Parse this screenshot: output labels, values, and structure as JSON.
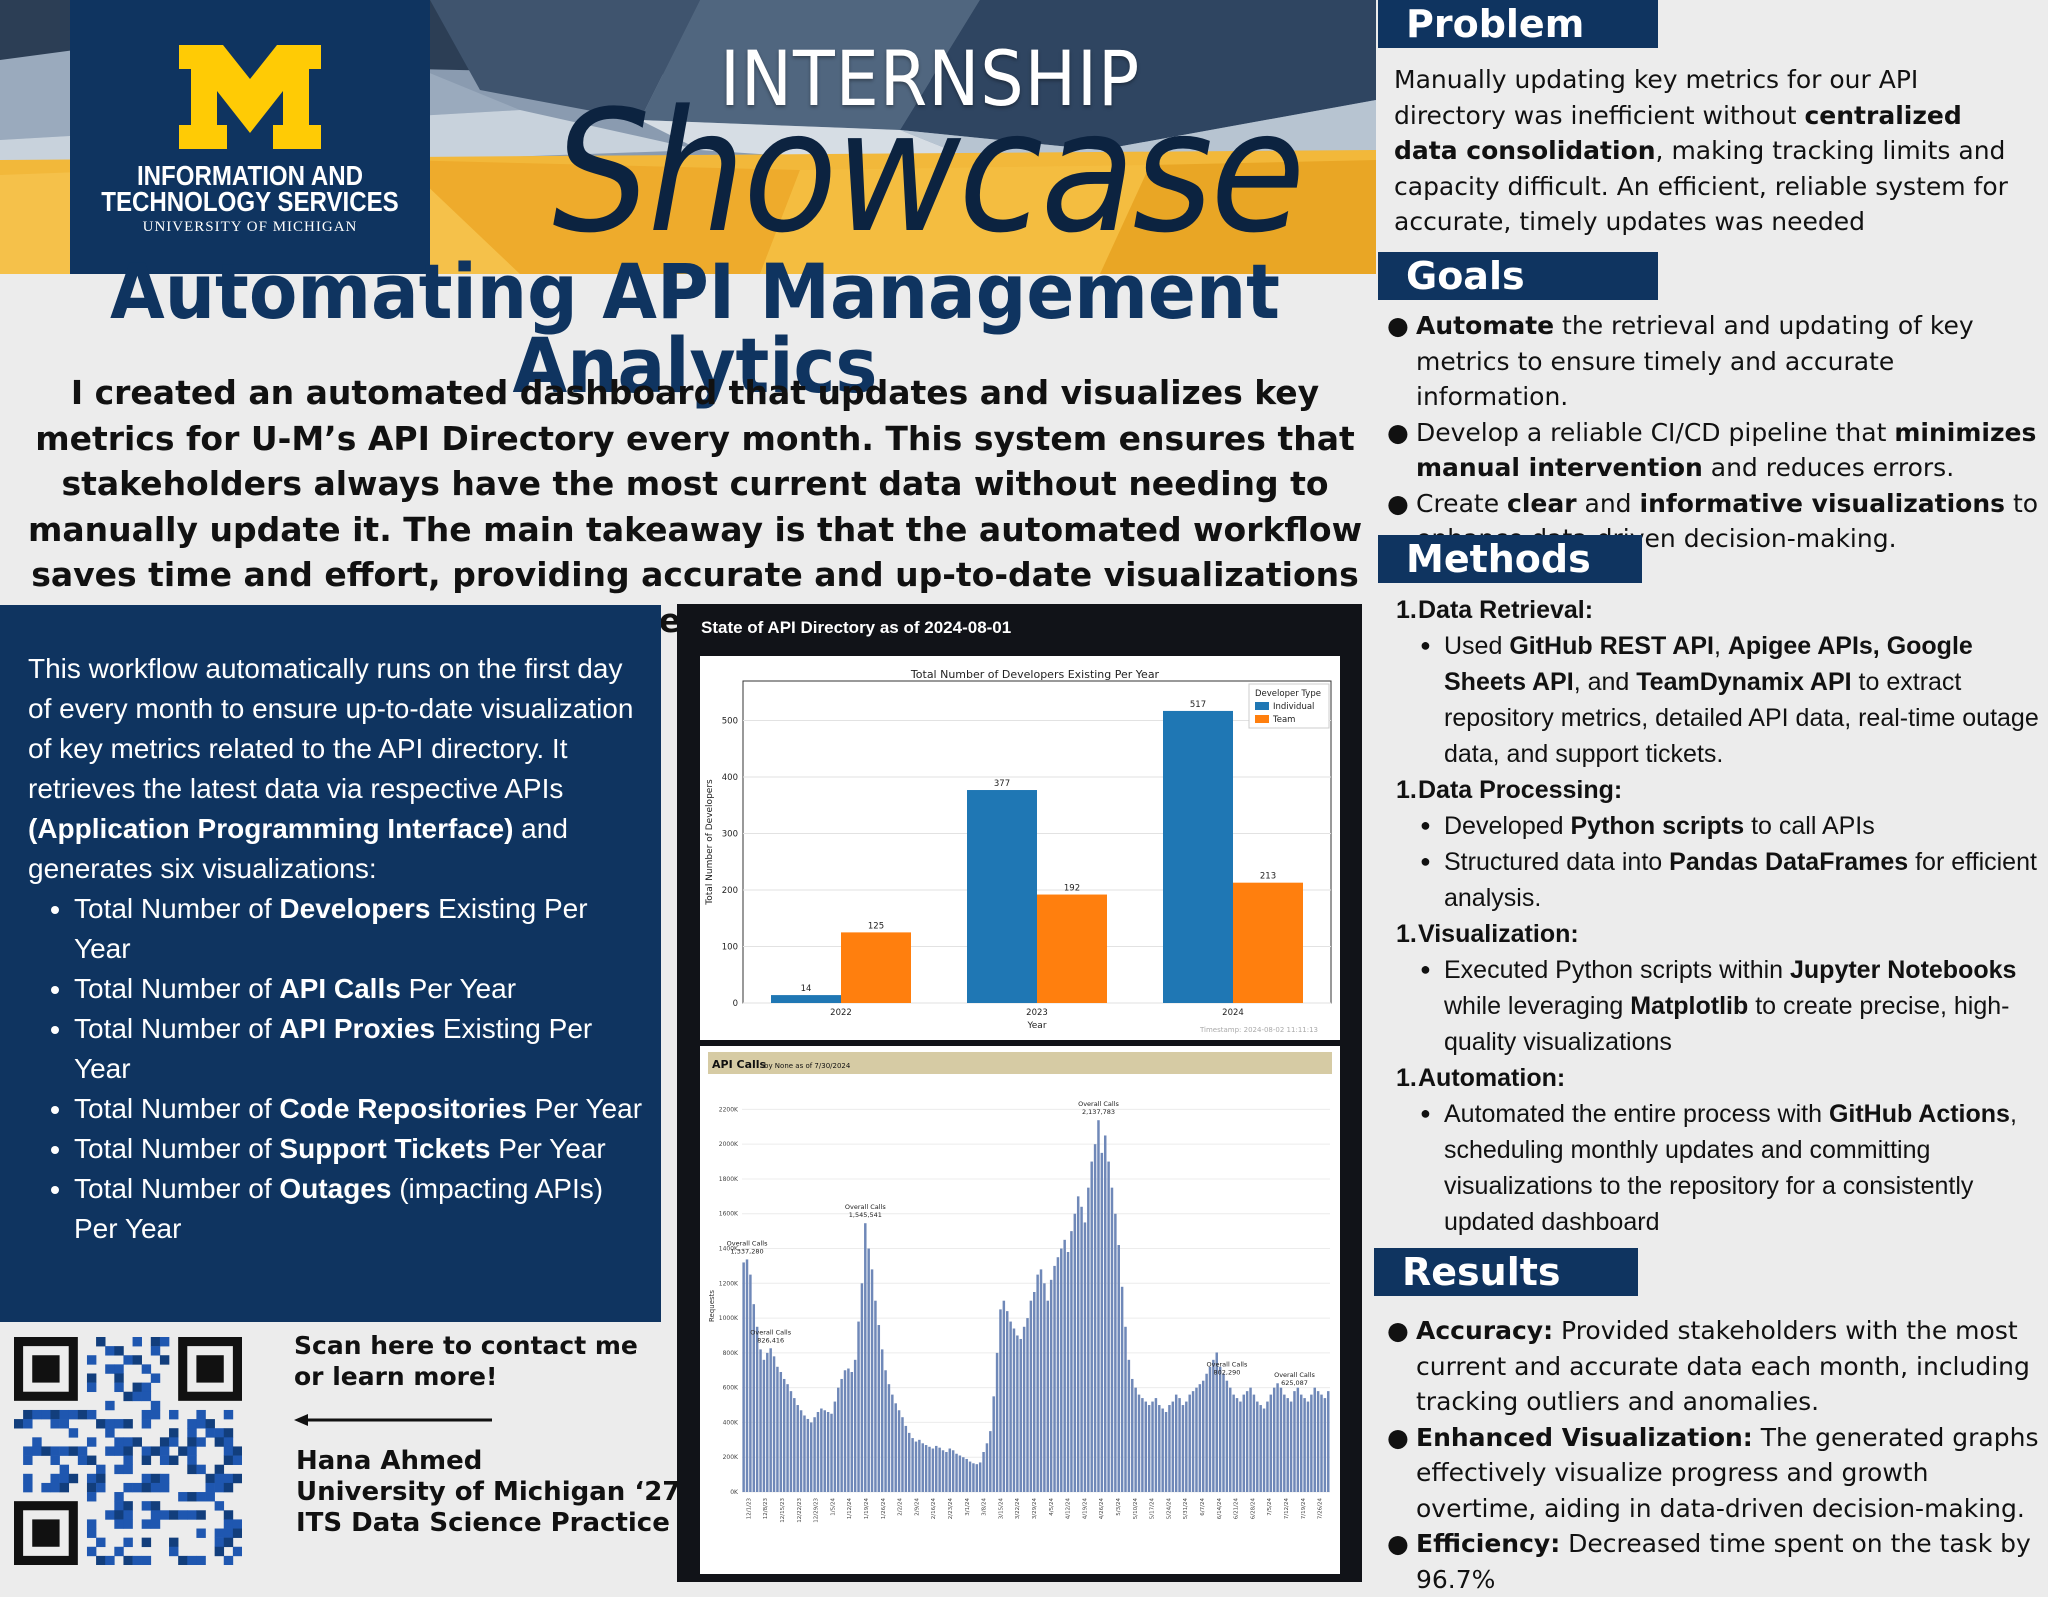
{
  "banner": {
    "logo_line1": "INFORMATION AND",
    "logo_line2": "TECHNOLOGY SERVICES",
    "logo_line3": "UNIVERSITY OF MICHIGAN",
    "title_top": "INTERNSHIP",
    "title_script": "Showcase"
  },
  "poster": {
    "title_line1": "Automating API Management",
    "title_line2": "Analytics",
    "summary": "I created an automated dashboard that updates and visualizes key metrics for U-M’s API Directory every month. This system ensures that stakeholders always have the most current data without needing to manually update it. The main takeaway is that the automated workflow saves time and effort, providing accurate and up-to-date visualizations that help stakeholders make better, data-driven decisions."
  },
  "workflow": {
    "intro_a": "This workflow automatically runs on the first day of every month to ensure up-to-date visualization of key metrics related to the API directory. It retrieves the latest data via respective APIs ",
    "intro_b": "(Application Programming Interface)",
    "intro_c": " and generates six visualizations:",
    "items": [
      {
        "pre": "Total Number of ",
        "bold": "Developers",
        "post": " Existing Per Year"
      },
      {
        "pre": "Total Number of ",
        "bold": "API Calls",
        "post": " Per Year"
      },
      {
        "pre": "Total Number of ",
        "bold": "API Proxies",
        "post": " Existing Per Year"
      },
      {
        "pre": "Total Number of ",
        "bold": "Code Repositories",
        "post": " Per Year"
      },
      {
        "pre": "Total Number of ",
        "bold": "Support Tickets",
        "post": " Per Year"
      },
      {
        "pre": "Total Number of ",
        "bold": "Outages",
        "post": " (impacting APIs) Per Year"
      }
    ]
  },
  "dashboard": {
    "panel_title": "State of API Directory as of 2024-08-01"
  },
  "chart_data": [
    {
      "type": "bar",
      "title": "Total Number of Developers Existing Per Year",
      "xlabel": "Year",
      "ylabel": "Total Number of Developers",
      "categories": [
        "2022",
        "2023",
        "2024"
      ],
      "series": [
        {
          "name": "Individual",
          "values": [
            14,
            377,
            517
          ],
          "color": "#1f77b4"
        },
        {
          "name": "Team",
          "values": [
            125,
            192,
            213
          ],
          "color": "#ff7f0e"
        }
      ],
      "ylim": [
        0,
        570
      ],
      "yticks": [
        0,
        100,
        200,
        300,
        400,
        500
      ],
      "legend_title": "Developer Type",
      "legend_position": "top-right",
      "timestamp": "Timestamp: 2024-08-02 11:11:13",
      "grid": true
    },
    {
      "type": "bar",
      "title": "API Calls",
      "subtitle": "by None as of 7/30/2024",
      "ylabel": "Requests",
      "ylim": [
        0,
        2300000
      ],
      "yticks": [
        "0K",
        "200K",
        "400K",
        "600K",
        "800K",
        "1000K",
        "1200K",
        "1400K",
        "1600K",
        "1800K",
        "2000K",
        "2200K"
      ],
      "xtick_labels": [
        "12/1/23",
        "12/8/23",
        "12/15/23",
        "12/22/23",
        "12/29/23",
        "1/5/24",
        "1/12/24",
        "1/19/24",
        "1/26/24",
        "2/2/24",
        "2/9/24",
        "2/16/24",
        "2/23/24",
        "3/1/24",
        "3/8/24",
        "3/15/24",
        "3/22/24",
        "3/29/24",
        "4/5/24",
        "4/12/24",
        "4/19/24",
        "4/26/24",
        "5/3/24",
        "5/10/24",
        "5/17/24",
        "5/24/24",
        "5/31/24",
        "6/7/24",
        "6/14/24",
        "6/21/24",
        "6/28/24",
        "7/5/24",
        "7/12/24",
        "7/19/24",
        "7/26/24"
      ],
      "values": [
        1320000,
        1337280,
        1250000,
        1080000,
        950000,
        820000,
        760000,
        800000,
        826416,
        780000,
        720000,
        690000,
        650000,
        620000,
        580000,
        540000,
        500000,
        470000,
        440000,
        420000,
        400000,
        430000,
        460000,
        480000,
        470000,
        460000,
        450000,
        520000,
        600000,
        650000,
        700000,
        710000,
        690000,
        760000,
        980000,
        1200000,
        1545541,
        1400000,
        1280000,
        1100000,
        960000,
        820000,
        700000,
        620000,
        560000,
        510000,
        470000,
        430000,
        380000,
        340000,
        310000,
        290000,
        300000,
        280000,
        270000,
        260000,
        250000,
        265000,
        255000,
        240000,
        230000,
        250000,
        240000,
        220000,
        210000,
        200000,
        190000,
        175000,
        165000,
        160000,
        170000,
        230000,
        280000,
        350000,
        550000,
        800000,
        1050000,
        1100000,
        1040000,
        980000,
        940000,
        900000,
        880000,
        950000,
        1000000,
        1100000,
        1150000,
        1250000,
        1280000,
        1200000,
        1100000,
        1220000,
        1300000,
        1350000,
        1400000,
        1450000,
        1380000,
        1500000,
        1600000,
        1700000,
        1640000,
        1550000,
        1750000,
        1900000,
        2000000,
        2137783,
        1950000,
        2050000,
        1900000,
        1750000,
        1600000,
        1420000,
        1180000,
        950000,
        760000,
        650000,
        600000,
        560000,
        540000,
        520000,
        500000,
        520000,
        540000,
        500000,
        480000,
        460000,
        500000,
        520000,
        560000,
        540000,
        500000,
        520000,
        560000,
        580000,
        600000,
        620000,
        640000,
        680000,
        720000,
        760000,
        802290,
        720000,
        680000,
        640000,
        600000,
        560000,
        540000,
        520000,
        560000,
        580000,
        600000,
        560000,
        520000,
        500000,
        480000,
        520000,
        560000,
        600000,
        625087,
        600000,
        560000,
        540000,
        520000,
        580000,
        600000,
        560000,
        540000,
        520000,
        560000,
        600000,
        580000,
        560000,
        540000,
        580000
      ],
      "annotations": [
        {
          "label": "Overall Calls",
          "value": "1,337,280"
        },
        {
          "label": "Overall Calls",
          "value": "826,416"
        },
        {
          "label": "Overall Calls",
          "value": "1,545,541"
        },
        {
          "label": "Overall Calls",
          "value": "2,137,783"
        },
        {
          "label": "Overall Calls",
          "value": "802,290"
        },
        {
          "label": "Overall Calls",
          "value": "625,087"
        }
      ],
      "bar_color": "#6f88b8",
      "header_color": "#d6cba4"
    }
  ],
  "contact": {
    "scan_line1": "Scan here to contact me",
    "scan_line2": "or learn more!",
    "name": "Hana Ahmed",
    "school": "University of Michigan ‘27",
    "team": "ITS Data Science Practice"
  },
  "problem": {
    "header": "Problem",
    "text_a": "Manually updating key metrics for our API directory was inefficient without ",
    "text_b": "centralized data consolidation",
    "text_c": ", making tracking limits and capacity difficult. An efficient, reliable system for accurate, timely updates was needed"
  },
  "goals": {
    "header": "Goals",
    "g1_b": "Automate",
    "g1_t": " the retrieval and updating of key metrics to ensure timely and accurate information.",
    "g2_a": "Develop a reliable CI/CD pipeline that ",
    "g2_b": "minimizes manual intervention",
    "g2_c": " and reduces errors.",
    "g3_a": "Create ",
    "g3_b": "clear",
    "g3_c": " and ",
    "g3_d": "informative visualizations",
    "g3_e": " to enhance data-driven decision-making."
  },
  "methods": {
    "header": "Methods",
    "num": "1.",
    "m1_title": "Data Retrieval:",
    "m1_a": "Used ",
    "m1_b": "GitHub REST API",
    "m1_c": ", ",
    "m1_d": "Apigee APIs, Google Sheets API",
    "m1_e": ", and ",
    "m1_f": "TeamDynamix API",
    "m1_g": " to extract repository metrics, detailed API data, real-time outage data, and support tickets.",
    "m2_title": "Data Processing:",
    "m2_1a": "Developed ",
    "m2_1b": "Python scripts",
    "m2_1c": " to call APIs",
    "m2_2a": "Structured data into ",
    "m2_2b": "Pandas DataFrames",
    "m2_2c": " for efficient analysis.",
    "m3_title": "Visualization:",
    "m3_a": "Executed Python scripts within ",
    "m3_b": "Jupyter Notebooks",
    "m3_c": " while leveraging ",
    "m3_d": "Matplotlib",
    "m3_e": " to create precise, high-quality visualizations",
    "m4_title": "Automation:",
    "m4_a": "Automated the entire process with ",
    "m4_b": "GitHub Actions",
    "m4_c": ", scheduling monthly updates and committing visualizations to the repository for a consistently updated dashboard"
  },
  "results": {
    "header": "Results",
    "r1_b": "Accuracy:",
    "r1_t": " Provided stakeholders with the most current and accurate data each month, including tracking outliers and anomalies.",
    "r2_b": "Enhanced Visualization:",
    "r2_t": " The generated graphs effectively visualize progress and growth overtime, aiding in data-driven decision-making.",
    "r3_b": "Efficiency:",
    "r3_t": " Decreased time spent on the task by 96.7%"
  }
}
